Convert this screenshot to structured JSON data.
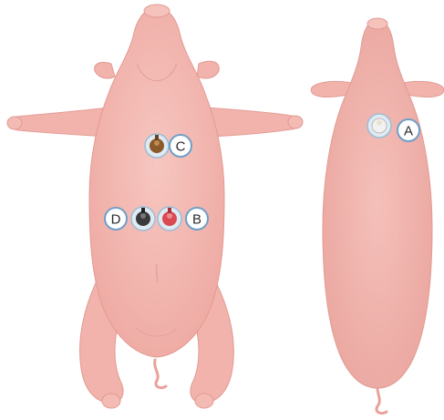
{
  "colors": {
    "skin": "#f4b8b2",
    "skin_dark": "#e79e98",
    "skin_light": "#f8cdc8",
    "electrode_ring": "#b8d6e8",
    "electrode_brown": "#8b5a2b",
    "electrode_black": "#3a3a3a",
    "electrode_red": "#d94a52",
    "electrode_white": "#f2f2f2",
    "label_ring": "#6f9fc8"
  },
  "figures": [
    {
      "name": "ventral-view-pig"
    },
    {
      "name": "dorsal-view-pig"
    }
  ],
  "electrodes": [
    {
      "id": "A",
      "label": "A",
      "color": "white",
      "view": "dorsal"
    },
    {
      "id": "B",
      "label": "B",
      "color": "red",
      "view": "ventral"
    },
    {
      "id": "C",
      "label": "C",
      "color": "brown",
      "view": "ventral"
    },
    {
      "id": "D",
      "label": "D",
      "color": "black",
      "view": "ventral"
    }
  ]
}
